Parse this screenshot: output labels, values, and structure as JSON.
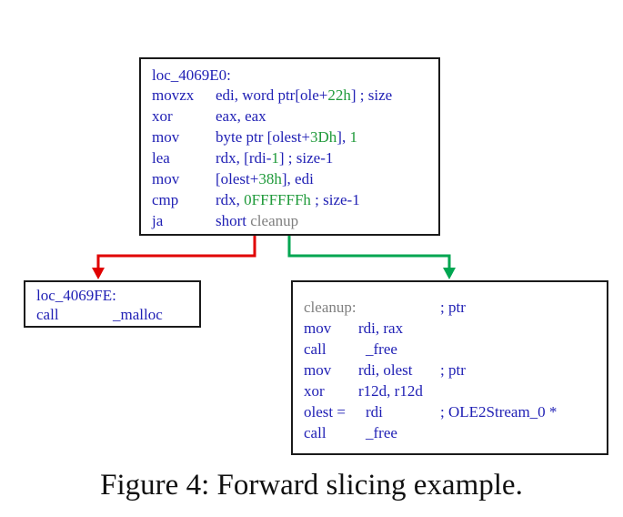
{
  "colors": {
    "code": "#1f1fb4",
    "gray": "#7f7f7f",
    "green": "#1f9a3a",
    "edge_red": "#e00000",
    "edge_green": "#00a651",
    "border": "#1a1a1a"
  },
  "blocks": {
    "main": {
      "label": "loc_4069E0:",
      "lines": [
        {
          "mnemonic": "movzx",
          "op1": "edi, word ptr[ole+",
          "num": "22h",
          "op2": "] ; size"
        },
        {
          "mnemonic": "xor",
          "op1": "eax, eax",
          "num": "",
          "op2": ""
        },
        {
          "mnemonic": "mov",
          "op1": "byte ptr [olest+",
          "num": "3Dh",
          "op2": "], ",
          "num2": "1"
        },
        {
          "mnemonic": "lea",
          "op1": "rdx, [rdi-",
          "num": "1",
          "op2": "] ; size-1"
        },
        {
          "mnemonic": "mov",
          "op1": "[olest+",
          "num": "38h",
          "op2": "], edi"
        },
        {
          "mnemonic": "cmp",
          "op1": "rdx, ",
          "num": "0FFFFFFh",
          "op2": " ; size-1"
        },
        {
          "mnemonic": "ja",
          "op1": "short ",
          "gray": "cleanup"
        }
      ]
    },
    "left": {
      "label": "loc_4069FE:",
      "lines": [
        {
          "mnemonic": "call",
          "op1": "_malloc"
        }
      ]
    },
    "right": {
      "label": "cleanup:",
      "label_comment": "; ptr",
      "lines": [
        {
          "mnemonic": "mov",
          "op1": "rdi, rax",
          "comment": ""
        },
        {
          "mnemonic": "call",
          "op1": "_free",
          "comment": ""
        },
        {
          "mnemonic": "mov",
          "op1": "rdi, olest",
          "comment": "; ptr"
        },
        {
          "mnemonic": "xor",
          "op1": "r12d, r12d",
          "comment": ""
        },
        {
          "mnemonic": "olest =",
          "op1": "rdi",
          "comment": "; OLE2Stream_0 *"
        },
        {
          "mnemonic": "call",
          "op1": "_free",
          "comment": ""
        }
      ]
    }
  },
  "caption": "Figure 4: Forward slicing example."
}
